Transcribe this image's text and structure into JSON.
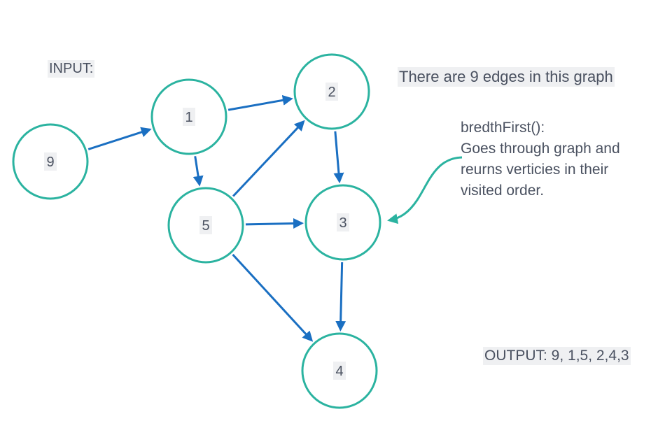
{
  "diagram": {
    "input_label": "INPUT:",
    "edge_note": "There are 9 edges in this graph",
    "method": {
      "name": "bredthFirst():",
      "description_lines": [
        "Goes through graph and",
        "reurns verticies in their",
        "visited order."
      ]
    },
    "output_label": "OUTPUT: 9, 1,5, 2,4,3",
    "nodes": [
      {
        "id": "9",
        "label": "9"
      },
      {
        "id": "1",
        "label": "1"
      },
      {
        "id": "2",
        "label": "2"
      },
      {
        "id": "5",
        "label": "5"
      },
      {
        "id": "3",
        "label": "3"
      },
      {
        "id": "4",
        "label": "4"
      }
    ],
    "edges": [
      {
        "from": "9",
        "to": "1"
      },
      {
        "from": "1",
        "to": "2"
      },
      {
        "from": "1",
        "to": "5"
      },
      {
        "from": "5",
        "to": "2"
      },
      {
        "from": "2",
        "to": "3"
      },
      {
        "from": "5",
        "to": "3"
      },
      {
        "from": "5",
        "to": "4"
      },
      {
        "from": "3",
        "to": "4"
      }
    ],
    "colors": {
      "node_stroke": "#2bb3a0",
      "edge": "#1a6fc2",
      "callout_arrow": "#2bb3a0",
      "text": "#4a5160",
      "highlight": "#eff0f2"
    }
  }
}
